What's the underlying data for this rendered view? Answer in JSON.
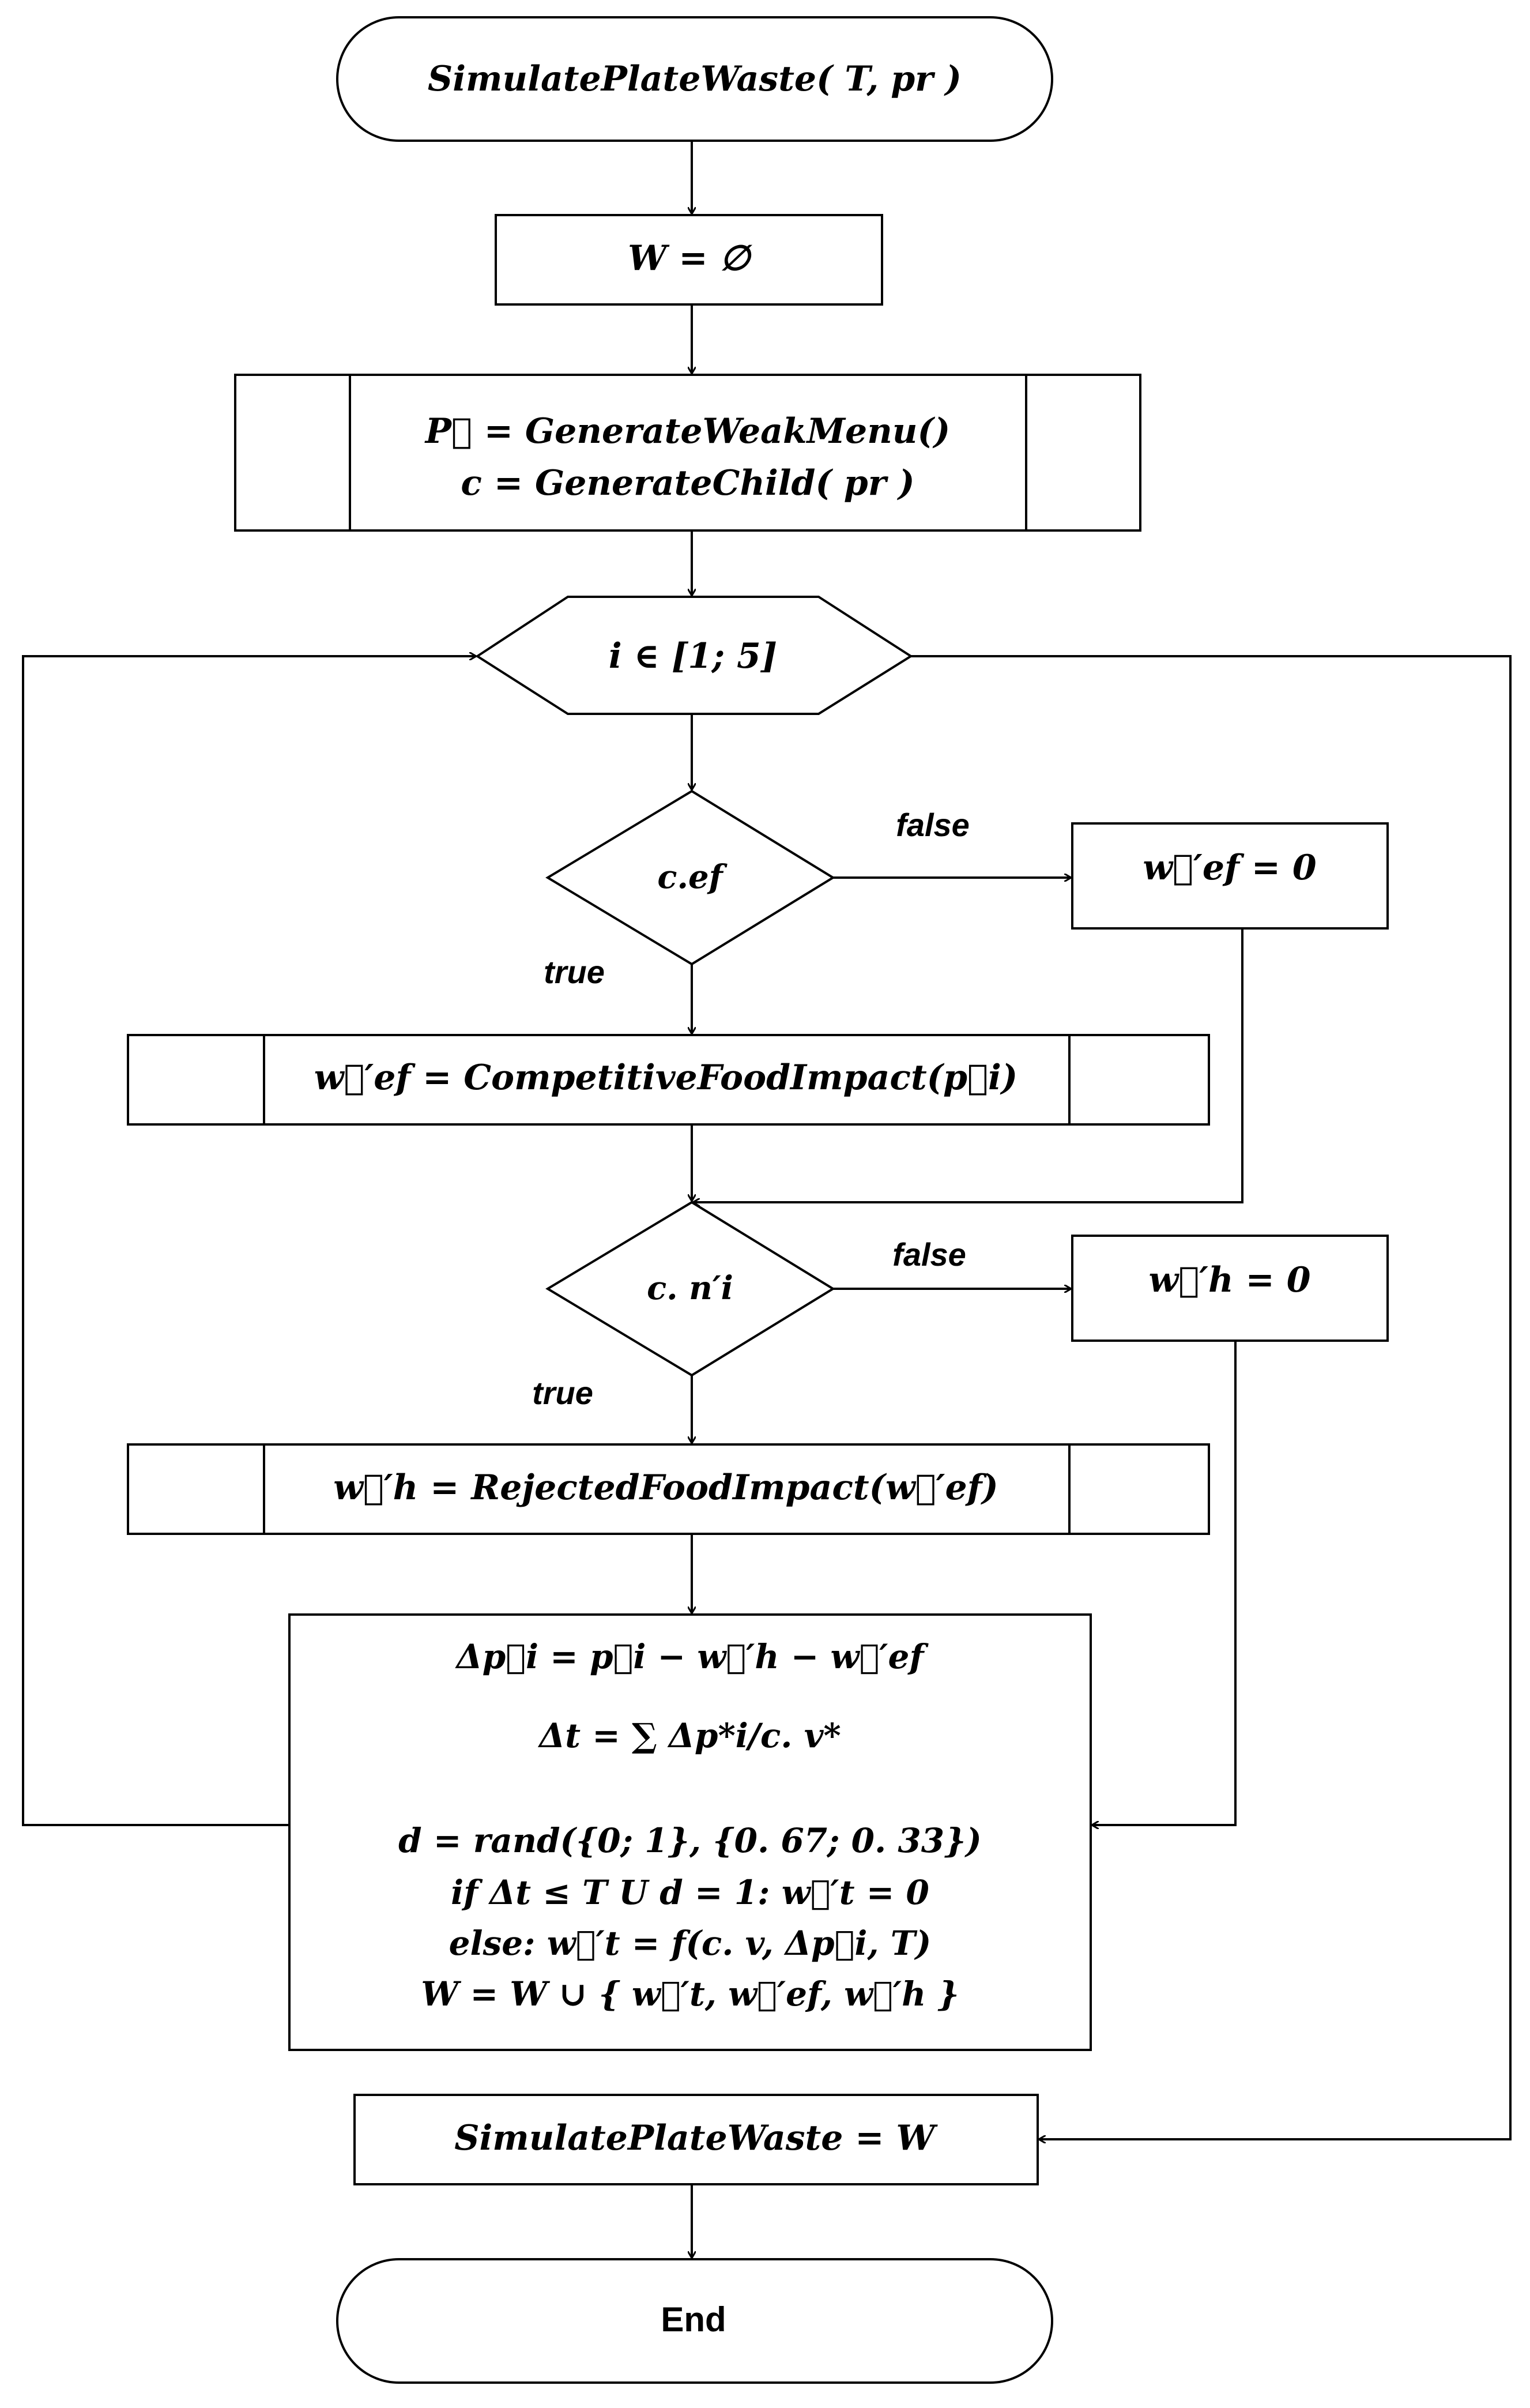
{
  "start": {
    "label": "SimulatePlateWaste( T, pr )"
  },
  "init": {
    "label": "W = ∅"
  },
  "setup": {
    "line1": "P⃗ = GenerateWeakMenu()",
    "line2": "c = GenerateChild( pr )"
  },
  "loop": {
    "label": "i ∈ [1; 5]"
  },
  "decision_ef": {
    "label": "c.ef",
    "false_label": "false",
    "true_label": "true"
  },
  "zero_ef": {
    "label": "w⃗′ef = 0"
  },
  "competitive": {
    "label": "w⃗′ef = CompetitiveFoodImpact(p⃗i)"
  },
  "decision_n": {
    "label": "c. n′i",
    "false_label": "false",
    "true_label": "true"
  },
  "zero_h": {
    "label": "w⃗′h = 0"
  },
  "rejected": {
    "label": "w⃗′h = RejectedFoodImpact(w⃗′ef)"
  },
  "compute": {
    "line1": "Δp⃗i = p⃗i − w⃗′h − w⃗′ef",
    "line2": "Δt = ∑ Δp*i/c. v*",
    "line3": "d = rand({0; 1}, {0. 67; 0. 33})",
    "line4": "if Δt ≤ T U d = 1: w⃗′t = 0",
    "line5": "else: w⃗′t = f(c. v, Δp⃗i, T)",
    "line6": "W = W ∪ { w⃗′t, w⃗′ef, w⃗′h }"
  },
  "result": {
    "label": "SimulatePlateWaste = W"
  },
  "end": {
    "label": "End"
  }
}
